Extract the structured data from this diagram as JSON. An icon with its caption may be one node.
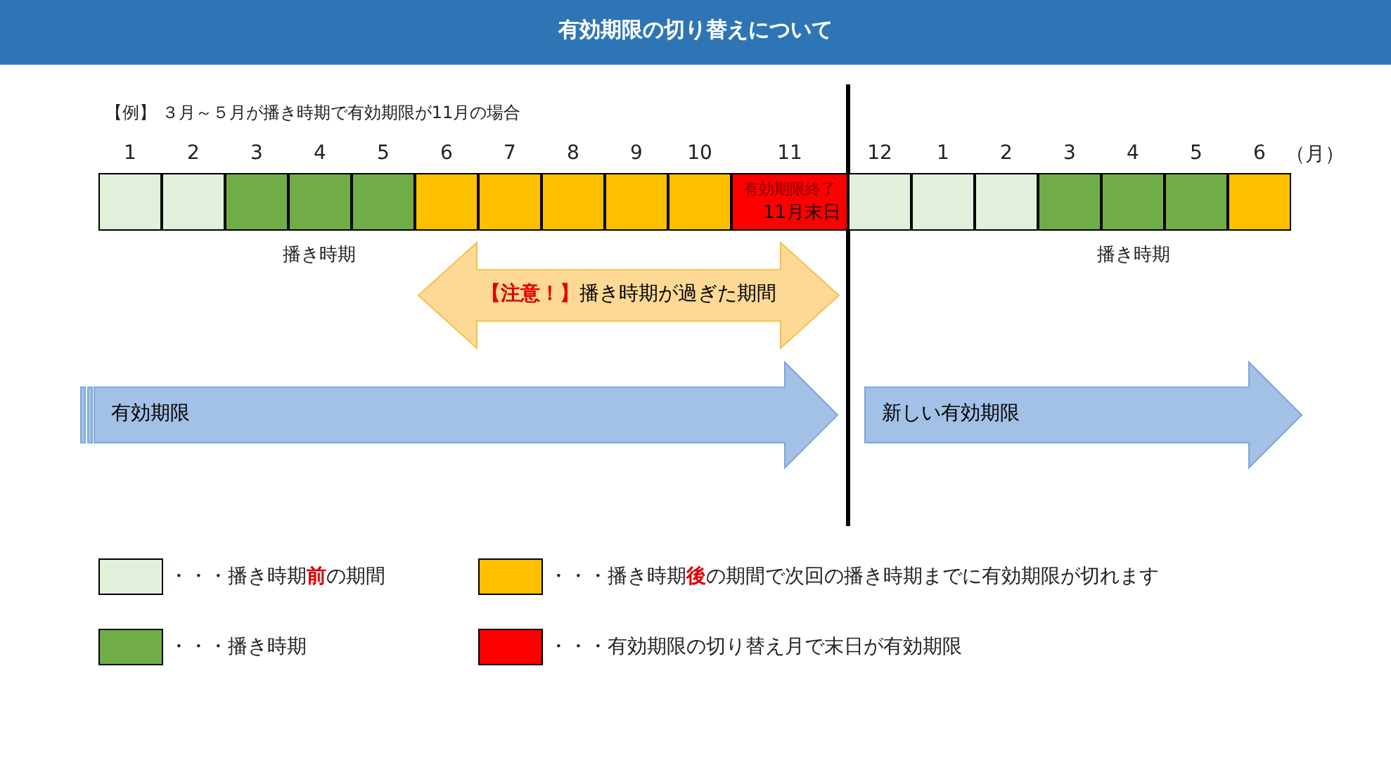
{
  "diagram": {
    "title": "有効期限の切り替えについて",
    "nodes": [
      {
        "text": [],
        "shape": "box"
      },
      {
        "text": [],
        "shape": "box"
      },
      {
        "text": [],
        "shape": "box"
      },
      {
        "text": [],
        "shape": "box"
      },
      {
        "text": [],
        "shape": "box"
      },
      {
        "text": [],
        "shape": "box"
      },
      {
        "text": [],
        "shape": "box"
      },
      {
        "text": [],
        "shape": "box"
      },
      {
        "text": [],
        "shape": "box"
      },
      {
        "text": [],
        "shape": "box"
      },
      {
        "text": [
          "有効期限終了",
          "11月末日"
        ]
      },
      {
        "text": [],
        "shape": "box"
      },
      {
        "text": [],
        "shape": "box"
      },
      {
        "text": [],
        "shape": "box"
      },
      {
        "text": [],
        "shape": "box"
      },
      {
        "text": [],
        "shape": "box"
      },
      {
        "text": [],
        "shape": "box"
      },
      {
        "text": [],
        "shape": "box"
      },
      {
        "text": [
          "**【注意！】**播き時期が過ぎた期間"
        ]
      },
      {
        "text": [
          "有効期限"
        ]
      },
      {
        "text": [
          "新しい有効期限"
        ]
      }
    ],
    "labels": [
      "【例】 ３月～５月が播き時期で有効期限が11月の場合",
      "1",
      "2",
      "3",
      "4",
      "5",
      "6",
      "7",
      "8",
      "9",
      "10",
      "11",
      "12",
      "1",
      "2",
      "3",
      "4",
      "5",
      "6",
      "（月）",
      "播き時期",
      "播き時期"
    ],
    "legend": [
      {
        "text": "・・・播き時期**前**の期間",
        "color": "#e2efda"
      },
      {
        "text": "・・・播き時期**後**の期間で次回の播き時期までに有効期限が切れます",
        "color": "#ffc000"
      },
      {
        "text": "・・・播き時期",
        "color": "#70ad47"
      },
      {
        "text": "・・・有効期限の切り替え月で末日が有効期限",
        "color": "#ff0000"
      }
    ]
  }
}
